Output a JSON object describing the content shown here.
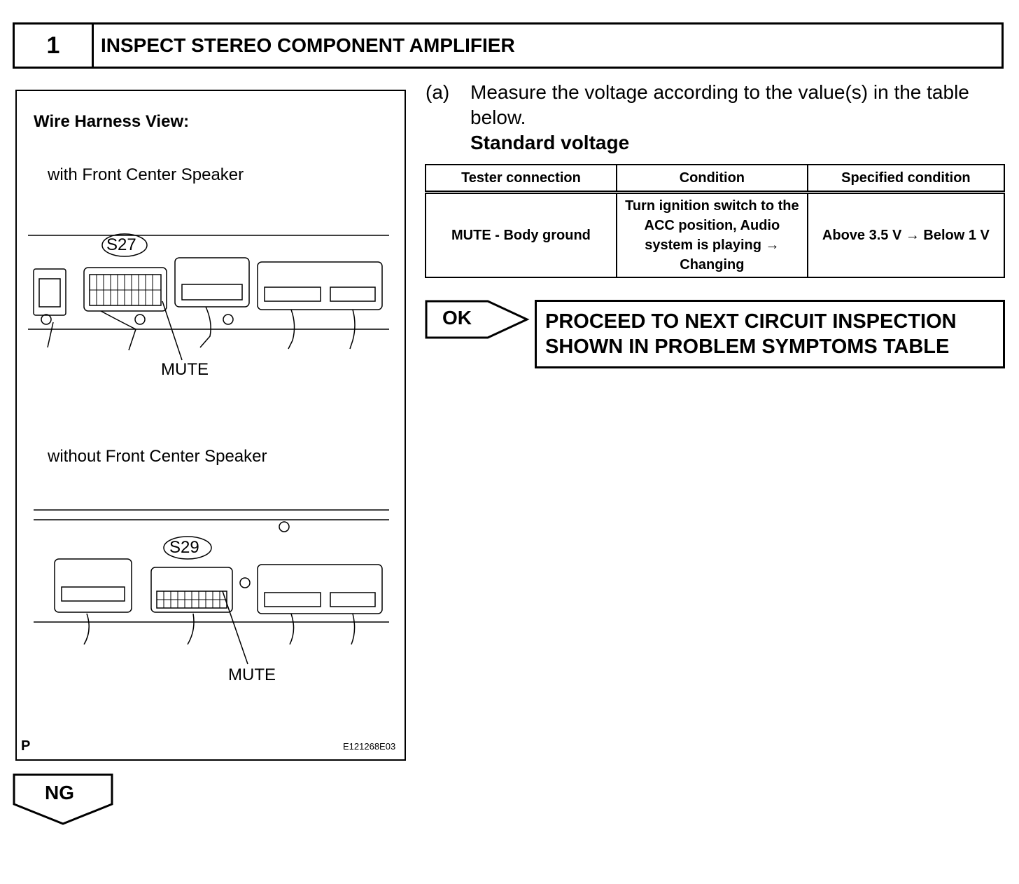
{
  "header": {
    "step_number": "1",
    "title": "INSPECT STEREO COMPONENT AMPLIFIER"
  },
  "figure": {
    "title": "Wire Harness View:",
    "section1_label": "with Front Center Speaker",
    "section1_connector": "S27",
    "section1_pin": "MUTE",
    "section2_label": "without Front Center Speaker",
    "section2_connector": "S29",
    "section2_pin": "MUTE",
    "corner_mark": "P",
    "figure_code": "E121268E03"
  },
  "instruction": {
    "letter": "(a)",
    "text": "Measure the voltage according to the value(s) in the table below.",
    "standard_label": "Standard voltage"
  },
  "table": {
    "headers": [
      "Tester connection",
      "Condition",
      "Specified condition"
    ],
    "rows": [
      [
        "MUTE - Body ground",
        "Turn ignition switch to the ACC position, Audio system is playing → Changing",
        "Above 3.5 V → Below 1 V"
      ]
    ]
  },
  "ok": {
    "label": "OK",
    "result": "PROCEED TO NEXT CIRCUIT INSPECTION SHOWN IN PROBLEM SYMPTOMS TABLE"
  },
  "ng": {
    "label": "NG"
  }
}
